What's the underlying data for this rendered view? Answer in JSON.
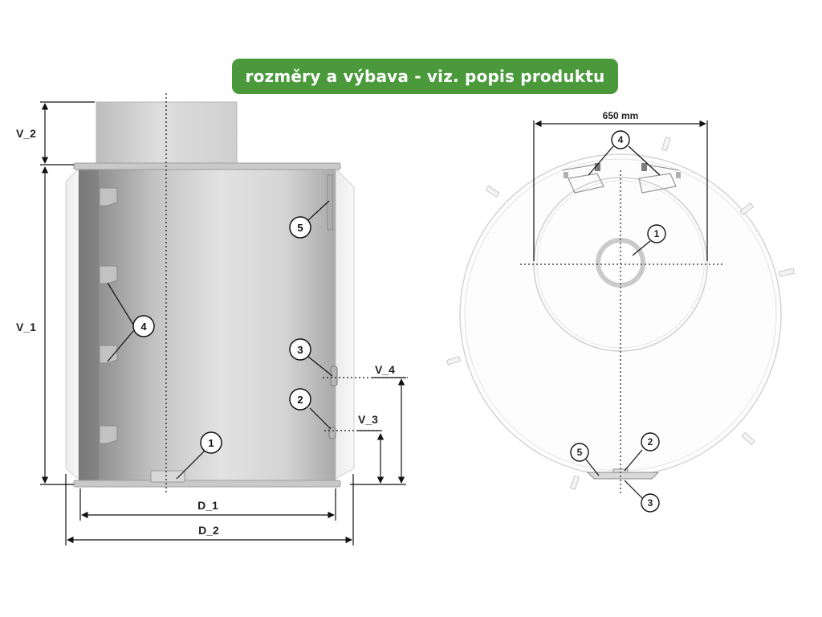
{
  "banner": {
    "text": "rozměry a výbava - viz. popis produktu",
    "color": "#4a9a3c"
  },
  "side_view": {
    "labels": {
      "v1": "V_1",
      "v2": "V_2",
      "v3": "V_3",
      "v4": "V_4",
      "d1": "D_1",
      "d2": "D_2"
    },
    "callouts": {
      "c1": "1",
      "c2": "2",
      "c3": "3",
      "c4": "4",
      "c5": "5"
    }
  },
  "top_view": {
    "dimension": "650 mm",
    "callouts": {
      "c1": "1",
      "c2": "2",
      "c3": "3",
      "c4": "4",
      "c5": "5"
    }
  }
}
